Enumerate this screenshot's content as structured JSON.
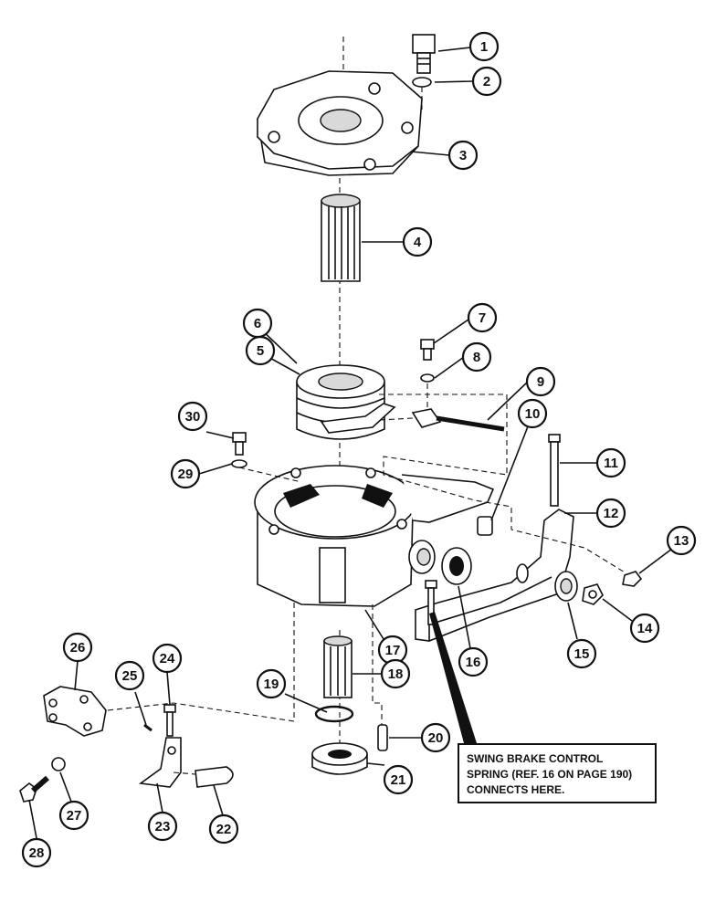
{
  "callouts": [
    {
      "id": "c1",
      "label": "1"
    },
    {
      "id": "c2",
      "label": "2"
    },
    {
      "id": "c3",
      "label": "3"
    },
    {
      "id": "c4",
      "label": "4"
    },
    {
      "id": "c5",
      "label": "5"
    },
    {
      "id": "c6",
      "label": "6"
    },
    {
      "id": "c7",
      "label": "7"
    },
    {
      "id": "c8",
      "label": "8"
    },
    {
      "id": "c9",
      "label": "9"
    },
    {
      "id": "c10",
      "label": "10"
    },
    {
      "id": "c11",
      "label": "11"
    },
    {
      "id": "c12",
      "label": "12"
    },
    {
      "id": "c13",
      "label": "13"
    },
    {
      "id": "c14",
      "label": "14"
    },
    {
      "id": "c15",
      "label": "15"
    },
    {
      "id": "c16",
      "label": "16"
    },
    {
      "id": "c17",
      "label": "17"
    },
    {
      "id": "c18",
      "label": "18"
    },
    {
      "id": "c19",
      "label": "19"
    },
    {
      "id": "c20",
      "label": "20"
    },
    {
      "id": "c21",
      "label": "21"
    },
    {
      "id": "c22",
      "label": "22"
    },
    {
      "id": "c23",
      "label": "23"
    },
    {
      "id": "c24",
      "label": "24"
    },
    {
      "id": "c25",
      "label": "25"
    },
    {
      "id": "c26",
      "label": "26"
    },
    {
      "id": "c27",
      "label": "27"
    },
    {
      "id": "c28",
      "label": "28"
    },
    {
      "id": "c29",
      "label": "29"
    },
    {
      "id": "c30",
      "label": "30"
    }
  ],
  "note": {
    "lines": [
      "SWING BRAKE CONTROL",
      "SPRING (REF. 16 ON PAGE 190)",
      "CONNECTS HERE."
    ]
  }
}
